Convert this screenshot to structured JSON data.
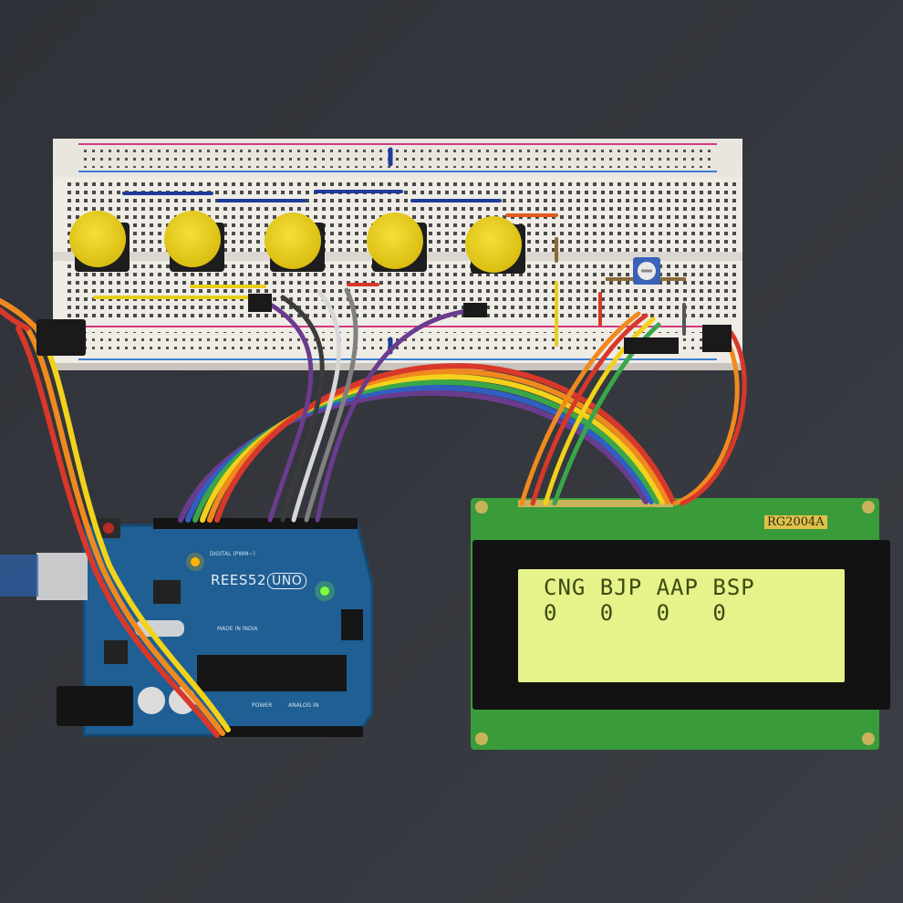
{
  "lcd": {
    "model_label": "RG2004A",
    "lines": [
      "CNG BJP AAP BSP",
      "0   0   0   0"
    ],
    "backlight_color": "#e6f28a"
  },
  "arduino": {
    "brand": "REES52",
    "model": "UNO",
    "label_digital": "DIGITAL (PWM~)",
    "label_power": "POWER",
    "label_analog": "ANALOG IN",
    "made_in": "MADE IN INDIA"
  },
  "breadboard": {
    "button_count": 5,
    "button_color": "#e7cf1e"
  },
  "colors": {
    "background": "#34373d",
    "board_blue": "#1f5f93",
    "lcd_pcb": "#3a9b3a",
    "wire_red": "#d8382a",
    "wire_orange": "#f08a1e",
    "wire_yellow": "#f2d21a",
    "wire_green": "#3aa64a",
    "wire_blue": "#2f5fc2",
    "wire_purple": "#6a3c8e"
  }
}
